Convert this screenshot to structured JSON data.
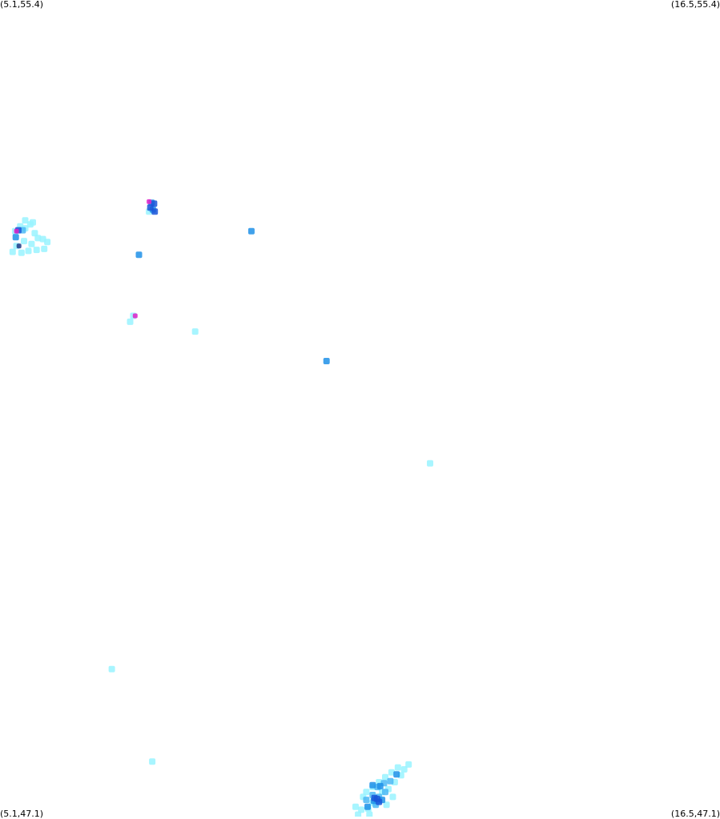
{
  "corners": {
    "top_left": "(5.1,55.4)",
    "top_right": "(16.5,55.4)",
    "bottom_left": "(5.1,47.1)",
    "bottom_right": "(16.5,47.1)"
  },
  "extent": {
    "lon_min": 5.1,
    "lon_max": 16.5,
    "lat_min": 47.1,
    "lat_max": 55.4
  },
  "colors": {
    "low": "#99f3ff",
    "medium": "#4cb8f5",
    "high": "#1e90e8",
    "very_high": "#1a55d8",
    "darkest": "#1f3c88",
    "accent": "#e020c8"
  },
  "points": [
    {
      "lon": 5.34,
      "lat": 53.05,
      "level": "low"
    },
    {
      "lon": 5.42,
      "lat": 53.1,
      "level": "low"
    },
    {
      "lon": 5.5,
      "lat": 53.08,
      "level": "low"
    },
    {
      "lon": 5.58,
      "lat": 53.12,
      "level": "low"
    },
    {
      "lon": 5.65,
      "lat": 53.03,
      "level": "low"
    },
    {
      "lon": 5.7,
      "lat": 52.98,
      "level": "low"
    },
    {
      "lon": 5.78,
      "lat": 52.97,
      "level": "low"
    },
    {
      "lon": 5.85,
      "lat": 52.94,
      "level": "low"
    },
    {
      "lon": 5.6,
      "lat": 52.92,
      "level": "low"
    },
    {
      "lon": 5.48,
      "lat": 52.95,
      "level": "low"
    },
    {
      "lon": 5.36,
      "lat": 52.9,
      "level": "low"
    },
    {
      "lon": 5.44,
      "lat": 52.83,
      "level": "low"
    },
    {
      "lon": 5.55,
      "lat": 52.85,
      "level": "low"
    },
    {
      "lon": 5.68,
      "lat": 52.86,
      "level": "low"
    },
    {
      "lon": 5.8,
      "lat": 52.87,
      "level": "low"
    },
    {
      "lon": 5.3,
      "lat": 52.84,
      "level": "low"
    },
    {
      "lon": 5.62,
      "lat": 53.14,
      "level": "low"
    },
    {
      "lon": 5.5,
      "lat": 53.16,
      "level": "low"
    },
    {
      "lon": 5.46,
      "lat": 53.06,
      "level": "medium"
    },
    {
      "lon": 5.39,
      "lat": 53.06,
      "level": "very_high"
    },
    {
      "lon": 5.36,
      "lat": 53.05,
      "level": "accent"
    },
    {
      "lon": 5.35,
      "lat": 52.99,
      "level": "high"
    },
    {
      "lon": 5.4,
      "lat": 52.9,
      "level": "darkest"
    },
    {
      "lon": 7.46,
      "lat": 53.35,
      "level": "accent"
    },
    {
      "lon": 7.5,
      "lat": 53.34,
      "level": "high"
    },
    {
      "lon": 7.54,
      "lat": 53.33,
      "level": "very_high"
    },
    {
      "lon": 7.48,
      "lat": 53.29,
      "level": "very_high"
    },
    {
      "lon": 7.52,
      "lat": 53.27,
      "level": "high"
    },
    {
      "lon": 7.55,
      "lat": 53.25,
      "level": "very_high"
    },
    {
      "lon": 7.46,
      "lat": 53.25,
      "level": "low"
    },
    {
      "lon": 7.3,
      "lat": 52.81,
      "level": "high"
    },
    {
      "lon": 9.08,
      "lat": 53.05,
      "level": "high"
    },
    {
      "lon": 7.24,
      "lat": 52.19,
      "level": "accent"
    },
    {
      "lon": 7.21,
      "lat": 52.19,
      "level": "low"
    },
    {
      "lon": 7.16,
      "lat": 52.13,
      "level": "low"
    },
    {
      "lon": 8.19,
      "lat": 52.03,
      "level": "low"
    },
    {
      "lon": 10.27,
      "lat": 51.73,
      "level": "high"
    },
    {
      "lon": 11.91,
      "lat": 50.69,
      "level": "low"
    },
    {
      "lon": 6.87,
      "lat": 48.6,
      "level": "low"
    },
    {
      "lon": 7.51,
      "lat": 47.66,
      "level": "low"
    },
    {
      "lon": 10.73,
      "lat": 47.2,
      "level": "low"
    },
    {
      "lon": 10.82,
      "lat": 47.17,
      "level": "low"
    },
    {
      "lon": 10.93,
      "lat": 47.18,
      "level": "low"
    },
    {
      "lon": 10.85,
      "lat": 47.3,
      "level": "low"
    },
    {
      "lon": 11.0,
      "lat": 47.24,
      "level": "low"
    },
    {
      "lon": 11.1,
      "lat": 47.26,
      "level": "low"
    },
    {
      "lon": 11.15,
      "lat": 47.35,
      "level": "low"
    },
    {
      "lon": 11.25,
      "lat": 47.38,
      "level": "low"
    },
    {
      "lon": 11.35,
      "lat": 47.45,
      "level": "low"
    },
    {
      "lon": 11.45,
      "lat": 47.52,
      "level": "low"
    },
    {
      "lon": 11.5,
      "lat": 47.58,
      "level": "low"
    },
    {
      "lon": 11.4,
      "lat": 47.6,
      "level": "low"
    },
    {
      "lon": 11.3,
      "lat": 47.55,
      "level": "low"
    },
    {
      "lon": 11.2,
      "lat": 47.5,
      "level": "low"
    },
    {
      "lon": 11.1,
      "lat": 47.45,
      "level": "low"
    },
    {
      "lon": 11.0,
      "lat": 47.4,
      "level": "low"
    },
    {
      "lon": 10.9,
      "lat": 47.35,
      "level": "low"
    },
    {
      "lon": 11.32,
      "lat": 47.3,
      "level": "low"
    },
    {
      "lon": 11.22,
      "lat": 47.22,
      "level": "low"
    },
    {
      "lon": 10.77,
      "lat": 47.12,
      "level": "low"
    },
    {
      "lon": 10.95,
      "lat": 47.12,
      "level": "low"
    },
    {
      "lon": 11.57,
      "lat": 47.63,
      "level": "low"
    },
    {
      "lon": 10.9,
      "lat": 47.27,
      "level": "medium"
    },
    {
      "lon": 11.0,
      "lat": 47.32,
      "level": "medium"
    },
    {
      "lon": 11.1,
      "lat": 47.3,
      "level": "medium"
    },
    {
      "lon": 11.08,
      "lat": 47.4,
      "level": "medium"
    },
    {
      "lon": 11.18,
      "lat": 47.44,
      "level": "medium"
    },
    {
      "lon": 11.28,
      "lat": 47.46,
      "level": "medium"
    },
    {
      "lon": 11.05,
      "lat": 47.22,
      "level": "medium"
    },
    {
      "lon": 11.2,
      "lat": 47.35,
      "level": "medium"
    },
    {
      "lon": 10.92,
      "lat": 47.2,
      "level": "high"
    },
    {
      "lon": 11.02,
      "lat": 47.26,
      "level": "high"
    },
    {
      "lon": 11.15,
      "lat": 47.27,
      "level": "high"
    },
    {
      "lon": 11.0,
      "lat": 47.42,
      "level": "high"
    },
    {
      "lon": 11.38,
      "lat": 47.53,
      "level": "high"
    },
    {
      "lon": 11.12,
      "lat": 47.41,
      "level": "high"
    },
    {
      "lon": 11.03,
      "lat": 47.29,
      "level": "very_high"
    },
    {
      "lon": 11.07,
      "lat": 47.28,
      "level": "very_high"
    },
    {
      "lon": 11.1,
      "lat": 47.25,
      "level": "very_high"
    }
  ]
}
